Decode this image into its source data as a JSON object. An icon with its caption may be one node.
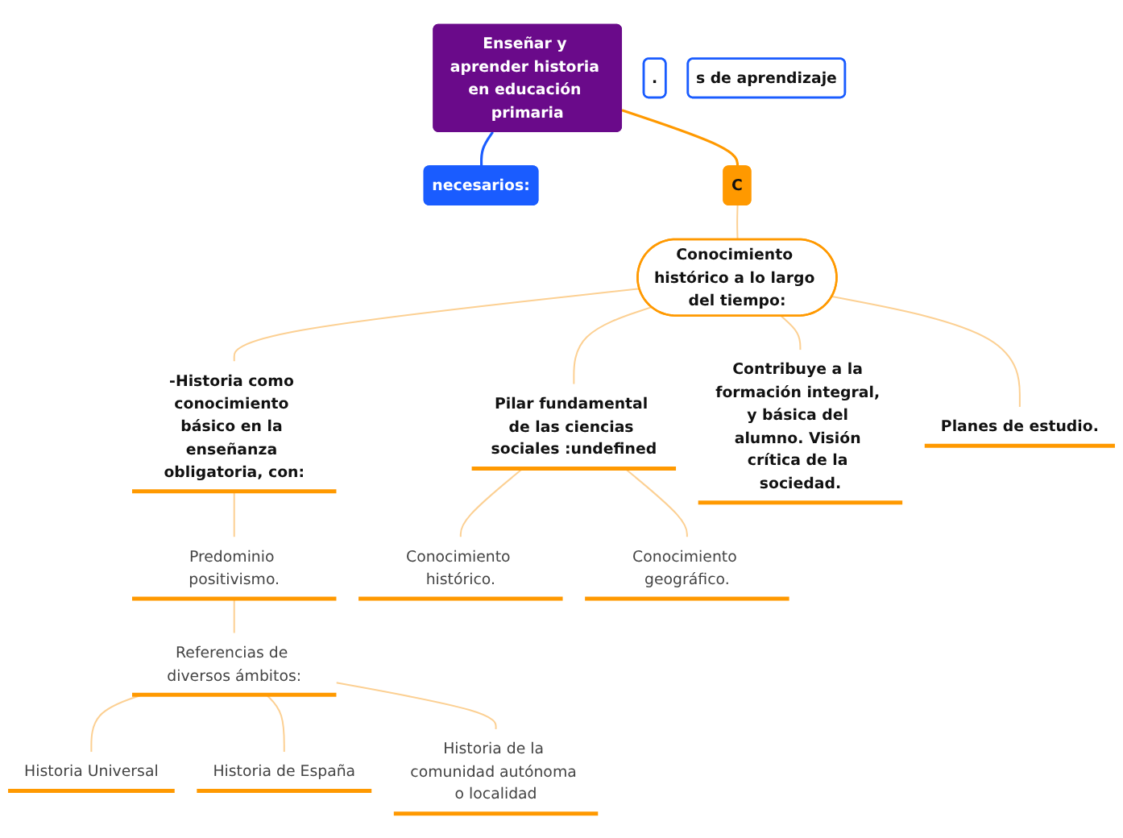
{
  "diagram": {
    "nodes": [
      {
        "text": [
          "Enseñar y aprender historia en educación primaria"
        ]
      },
      {
        "text": [
          "necesarios:"
        ]
      },
      {
        "text": [
          "."
        ]
      },
      {
        "text": [
          "s de aprendizaje"
        ]
      },
      {
        "text": [
          "C"
        ]
      },
      {
        "text": [
          "Conocimiento histórico a lo largo del tiempo:"
        ]
      },
      {
        "text": [
          "-Historia como conocimiento básico en la enseñanza obligatoria, con:"
        ]
      },
      {
        "text": [
          "Pilar fundamental de las ciencias sociales :undefined"
        ]
      },
      {
        "text": [
          "Contribuye a la formación integral, y básica del alumno. Visión crítica de la sociedad."
        ]
      },
      {
        "text": [
          "Planes de estudio."
        ]
      },
      {
        "text": [
          "Predominio positivismo."
        ]
      },
      {
        "text": [
          "Referencias de diversos ámbitos:"
        ]
      },
      {
        "text": [
          "Historia Universal"
        ]
      },
      {
        "text": [
          "Historia de España"
        ]
      },
      {
        "text": [
          "Historia de la comunidad autónoma o localidad"
        ]
      },
      {
        "text": [
          "Conocimiento histórico."
        ]
      },
      {
        "text": [
          "Conocimiento geográfico."
        ]
      }
    ],
    "edges": [
      {
        "from": 0,
        "to": 1,
        "arrow": "none",
        "color": "#1a5cff"
      },
      {
        "from": 0,
        "to": 4,
        "arrow": "none",
        "color": "#ff9900"
      },
      {
        "from": 4,
        "to": 5,
        "arrow": "none"
      },
      {
        "from": 5,
        "to": 6,
        "arrow": "none"
      },
      {
        "from": 5,
        "to": 7,
        "arrow": "none"
      },
      {
        "from": 5,
        "to": 8,
        "arrow": "none"
      },
      {
        "from": 5,
        "to": 9,
        "arrow": "none"
      },
      {
        "from": 6,
        "to": 10,
        "arrow": "none"
      },
      {
        "from": 10,
        "to": 11,
        "arrow": "none"
      },
      {
        "from": 11,
        "to": 12,
        "arrow": "none"
      },
      {
        "from": 11,
        "to": 13,
        "arrow": "none"
      },
      {
        "from": 11,
        "to": 14,
        "arrow": "none"
      },
      {
        "from": 7,
        "to": 15,
        "arrow": "none"
      },
      {
        "from": 7,
        "to": 16,
        "arrow": "none"
      }
    ]
  }
}
